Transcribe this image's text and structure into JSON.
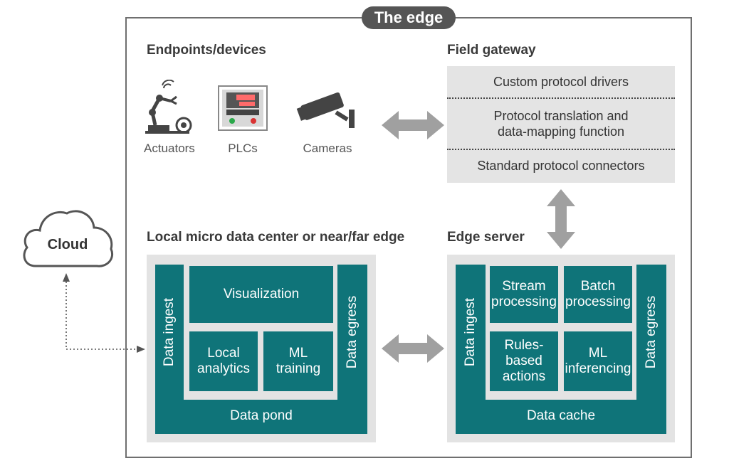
{
  "edge_title": "The edge",
  "endpoints": {
    "title": "Endpoints/devices",
    "devices": [
      "Actuators",
      "PLCs",
      "Cameras"
    ]
  },
  "field_gateway": {
    "title": "Field gateway",
    "rows": [
      "Custom protocol drivers",
      "Protocol translation and",
      "data-mapping function",
      "Standard protocol connectors"
    ]
  },
  "cloud": {
    "label": "Cloud"
  },
  "micro_dc": {
    "title": "Local micro data center or near/far edge",
    "ingest": "Data ingest",
    "egress": "Data egress",
    "visualization": "Visualization",
    "local_analytics": [
      "Local",
      "analytics"
    ],
    "ml_training": [
      "ML",
      "training"
    ],
    "footer": "Data pond"
  },
  "edge_server": {
    "title": "Edge server",
    "ingest": "Data ingest",
    "egress": "Data egress",
    "stream": [
      "Stream",
      "processing"
    ],
    "batch": [
      "Batch",
      "processing"
    ],
    "rules": [
      "Rules-based",
      "actions"
    ],
    "ml_inf": [
      "ML",
      "inferencing"
    ],
    "footer": "Data cache"
  },
  "colors": {
    "teal": "#0f7479",
    "panel": "#e3e3e3",
    "arrow": "#a0a0a0",
    "frame": "#6f6f6f"
  }
}
